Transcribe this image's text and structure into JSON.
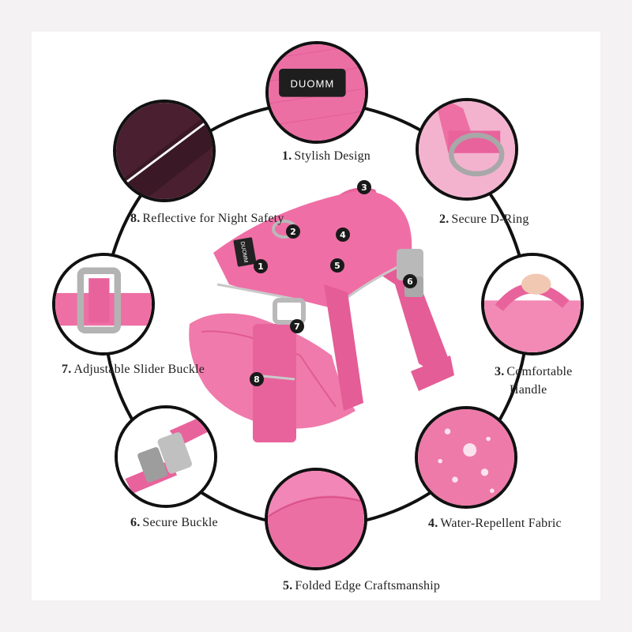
{
  "features": [
    {
      "num": "1.",
      "text": "Stylish Design"
    },
    {
      "num": "2.",
      "text": "Secure D-Ring"
    },
    {
      "num": "3.",
      "text": "Comfortable",
      "text2": "Handle"
    },
    {
      "num": "4.",
      "text": "Water-Repellent Fabric"
    },
    {
      "num": "5.",
      "text": "Folded Edge Craftsmanship"
    },
    {
      "num": "6.",
      "text": "Secure Buckle"
    },
    {
      "num": "7.",
      "text": "Adjustable Slider Buckle"
    },
    {
      "num": "8.",
      "text": "Reflective for Night Safety"
    }
  ],
  "markers": [
    "1",
    "2",
    "3",
    "4",
    "5",
    "6",
    "7",
    "8"
  ],
  "brand_tag": "DUOMM",
  "harness_logo": "DUOMM",
  "colors": {
    "pink": "#ee6fa3",
    "pink_dark": "#d84f89",
    "pink_light": "#f59cc2",
    "ring": "#111111",
    "buckle": "#b9b9b9"
  }
}
